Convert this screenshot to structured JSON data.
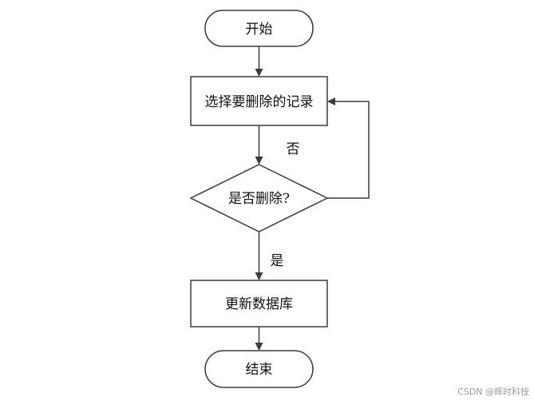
{
  "flowchart": {
    "nodes": {
      "start": {
        "label": "开始",
        "shape": "terminator"
      },
      "select_record": {
        "label": "选择要删除的记录",
        "shape": "process"
      },
      "confirm_delete": {
        "label": "是否删除?",
        "shape": "decision"
      },
      "update_db": {
        "label": "更新数据库",
        "shape": "process"
      },
      "end": {
        "label": "结束",
        "shape": "terminator"
      }
    },
    "edges": {
      "no": {
        "from": "confirm_delete",
        "to": "select_record",
        "label": "否"
      },
      "yes": {
        "from": "confirm_delete",
        "to": "update_db",
        "label": "是"
      }
    }
  },
  "watermark": {
    "text": "CSDN @辉时科技"
  },
  "colors": {
    "stroke": "#3c3c3c",
    "fill": "#ffffff",
    "text": "#111111"
  }
}
